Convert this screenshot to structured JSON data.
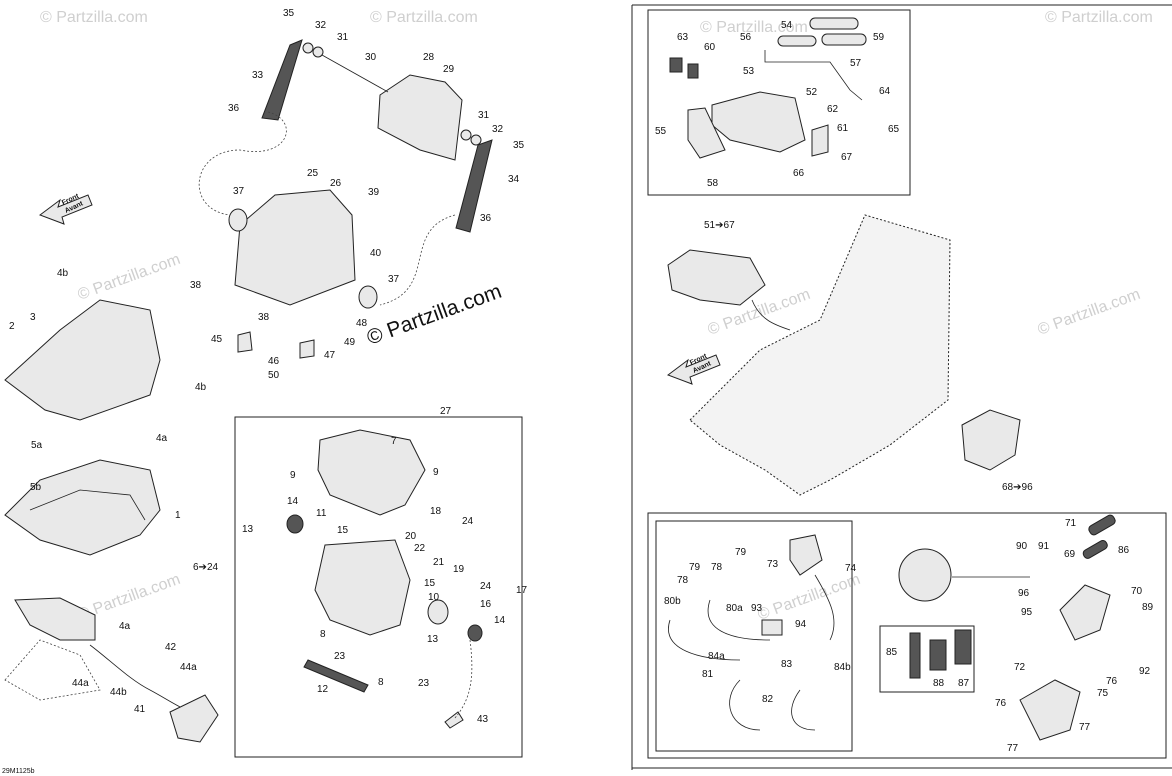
{
  "diagram_code": "29M1125b",
  "watermark": "© Partzilla.com",
  "front_arrow": {
    "line1": "Front",
    "line2": "Avant"
  },
  "callouts": {
    "c35a": "35",
    "c32a": "32",
    "c31a": "31",
    "c30": "30",
    "c33": "33",
    "c36a": "36",
    "c28": "28",
    "c29": "29",
    "c31b": "31",
    "c32b": "32",
    "c35b": "35",
    "c34": "34",
    "c36b": "36",
    "c37a": "37",
    "c25": "25",
    "c26": "26",
    "c39": "39",
    "c40": "40",
    "c37b": "37",
    "c38a": "38",
    "c38b": "38",
    "c48": "48",
    "c49": "49",
    "c45": "45",
    "c46": "46",
    "c47": "47",
    "c50": "50",
    "c4b_a": "4b",
    "c3": "3",
    "c2": "2",
    "c4b_b": "4b",
    "c5a": "5a",
    "c4a_a": "4a",
    "c5b": "5b",
    "c1": "1",
    "c27": "27",
    "c7": "7",
    "c9a": "9",
    "c9b": "9",
    "c14a": "14",
    "c11": "11",
    "c13a": "13",
    "c15a": "15",
    "c18": "18",
    "c24a": "24",
    "c20": "20",
    "c22": "22",
    "c21": "21",
    "c19": "19",
    "c6to24": "6➔24",
    "c15b": "15",
    "c24b": "24",
    "c10": "10",
    "c16": "16",
    "c17": "17",
    "c8a": "8",
    "c13b": "13",
    "c14b": "14",
    "c23a": "23",
    "c8b": "8",
    "c12": "12",
    "c23b": "23",
    "c43": "43",
    "c4a_b": "4a",
    "c42": "42",
    "c44a_a": "44a",
    "c44a_b": "44a",
    "c44b": "44b",
    "c41": "41",
    "c54": "54",
    "c63": "63",
    "c60": "60",
    "c56": "56",
    "c59": "59",
    "c57": "57",
    "c53": "53",
    "c52": "52",
    "c64": "64",
    "c65": "65",
    "c55": "55",
    "c62": "62",
    "c61": "61",
    "c67": "67",
    "c66": "66",
    "c58": "58",
    "c51to67": "51➔67",
    "c68to96": "68➔96",
    "c71": "71",
    "c90": "90",
    "c91": "91",
    "c69": "69",
    "c86": "86",
    "c79a": "79",
    "c79b": "79",
    "c78a": "78",
    "c78b": "78",
    "c73": "73",
    "c74": "74",
    "c80b": "80b",
    "c80a": "80a",
    "c93": "93",
    "c94": "94",
    "c96": "96",
    "c70": "70",
    "c95": "95",
    "c89": "89",
    "c84a": "84a",
    "c83": "83",
    "c84b": "84b",
    "c81": "81",
    "c82": "82",
    "c85": "85",
    "c88": "88",
    "c87": "87",
    "c72": "72",
    "c76a": "76",
    "c76b": "76",
    "c75": "75",
    "c77a": "77",
    "c77b": "77",
    "c92": "92"
  }
}
